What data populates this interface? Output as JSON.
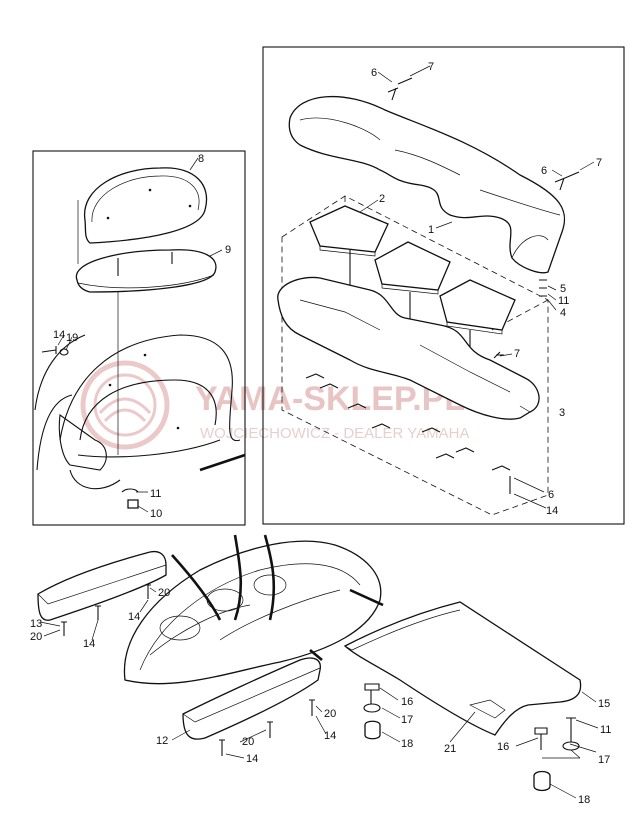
{
  "watermark": {
    "brand": "YAMA-SKLEP.PL",
    "subtitle": "WOJCIECHOWICZ - DEALER YAMAHA",
    "color": "#e8c4c4"
  },
  "callouts": {
    "c1": "1",
    "c2": "2",
    "c3": "3",
    "c4": "4",
    "c5": "5",
    "c6a": "6",
    "c6b": "6",
    "c6c": "6",
    "c7a": "7",
    "c7b": "7",
    "c7c": "7",
    "c8": "8",
    "c9": "9",
    "c10": "10",
    "c11a": "11",
    "c11b": "11",
    "c11c": "11",
    "c12": "12",
    "c13": "13",
    "c14a": "14",
    "c14b": "14",
    "c14c": "14",
    "c14d": "14",
    "c14e": "14",
    "c14f": "14",
    "c15": "15",
    "c16a": "16",
    "c16b": "16",
    "c17a": "17",
    "c17b": "17",
    "c18a": "18",
    "c18b": "18",
    "c19": "19",
    "c20a": "20",
    "c20b": "20",
    "c20c": "20",
    "c20d": "20",
    "c21": "21"
  }
}
